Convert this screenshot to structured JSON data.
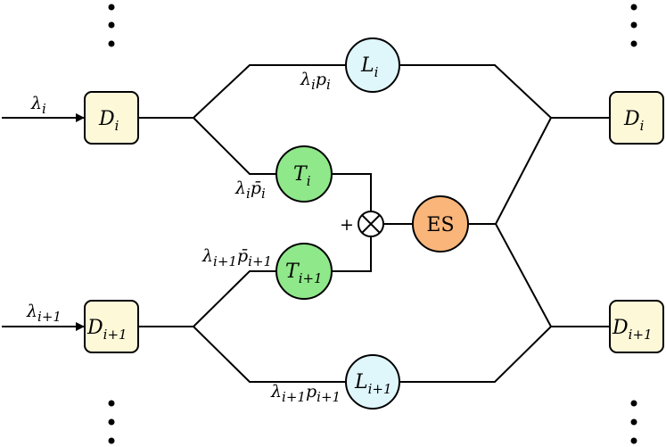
{
  "diagram": {
    "nodes": {
      "d_i_left": {
        "base": "D",
        "sub": "i"
      },
      "d_i1_left": {
        "base": "D",
        "sub": "i+1"
      },
      "d_i_right": {
        "base": "D",
        "sub": "i"
      },
      "d_i1_right": {
        "base": "D",
        "sub": "i+1"
      },
      "l_i": {
        "base": "L",
        "sub": "i",
        "color": "#dff6fb"
      },
      "l_i1": {
        "base": "L",
        "sub": "i+1",
        "color": "#dff6fb"
      },
      "t_i": {
        "base": "T",
        "sub": "i",
        "color": "#8fe88a"
      },
      "t_i1": {
        "base": "T",
        "sub": "i+1",
        "color": "#8fe88a"
      },
      "es": {
        "label": "ES",
        "color": "#f9b57a"
      }
    },
    "labels": {
      "lambda_i": {
        "base": "λ",
        "sub": "i"
      },
      "lambda_i1": {
        "base": "λ",
        "sub": "i+1"
      },
      "rate_li": {
        "b1": "λ",
        "s1": "i",
        "b2": "p",
        "s2": "i"
      },
      "rate_ti": {
        "b1": "λ",
        "s1": "i",
        "b2": "p̄",
        "s2": "i"
      },
      "rate_ti1": {
        "b1": "λ",
        "s1": "i+1",
        "b2": "p̄",
        "s2": "i+1"
      },
      "rate_li1": {
        "b1": "λ",
        "s1": "i+1",
        "b2": "p",
        "s2": "i+1"
      },
      "plus": "+"
    },
    "box_color": "#fdf8d8"
  }
}
